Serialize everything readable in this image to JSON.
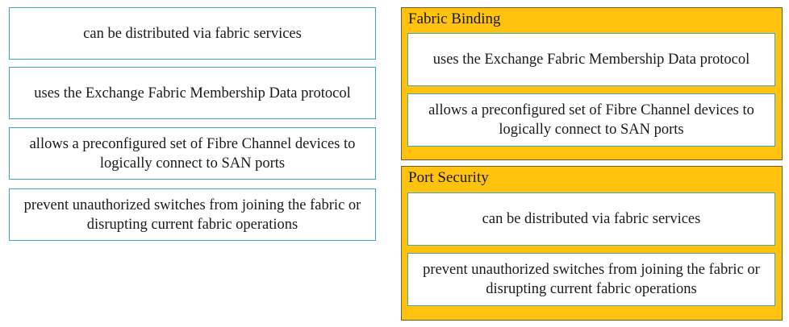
{
  "source_items": [
    "can be distributed via fabric services",
    "uses the Exchange Fabric Membership Data protocol",
    "allows a preconfigured set of Fibre Channel devices to logically connect to SAN ports",
    "prevent unauthorized switches from joining the fabric or disrupting current fabric operations"
  ],
  "targets": [
    {
      "title": "Fabric Binding",
      "items": [
        "uses the Exchange Fabric Membership Data protocol",
        "allows a preconfigured set of Fibre Channel devices to logically connect to SAN ports"
      ]
    },
    {
      "title": "Port Security",
      "items": [
        "can be distributed via fabric services",
        "prevent unauthorized switches from joining the fabric or disrupting current fabric operations"
      ]
    }
  ],
  "colors": {
    "card_border": "#3ea6b8",
    "target_background": "#ffc20e"
  }
}
